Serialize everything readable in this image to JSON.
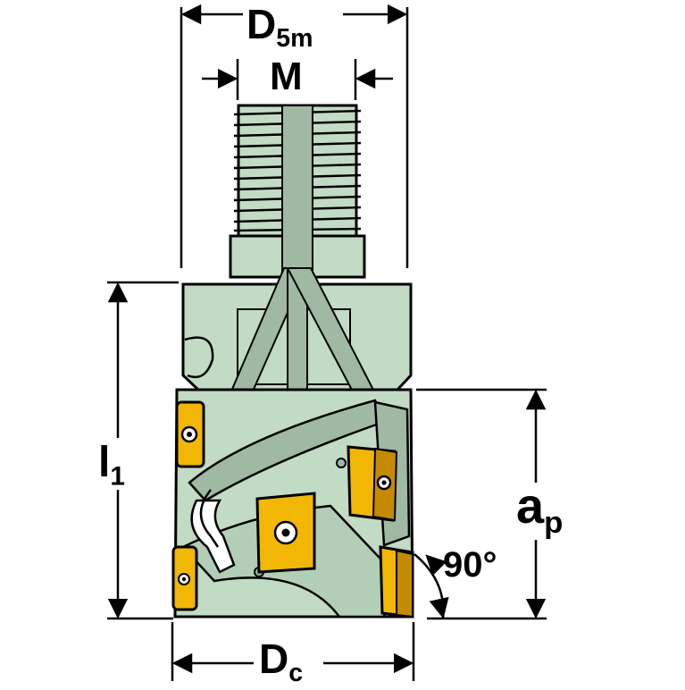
{
  "dimensions": {
    "d5m": {
      "main": "D",
      "sub": "5m"
    },
    "m": {
      "main": "M"
    },
    "l1": {
      "main": "l",
      "sub": "1"
    },
    "ap": {
      "main": "a",
      "sub": "p"
    },
    "angle": {
      "main": "90°"
    },
    "dc": {
      "main": "D",
      "sub": "c"
    }
  },
  "colors": {
    "body": "#c2dbc4",
    "body_dark": "#9fb9a3",
    "insert": "#f2b705",
    "insert_dark": "#c48a00",
    "line": "#000000"
  }
}
